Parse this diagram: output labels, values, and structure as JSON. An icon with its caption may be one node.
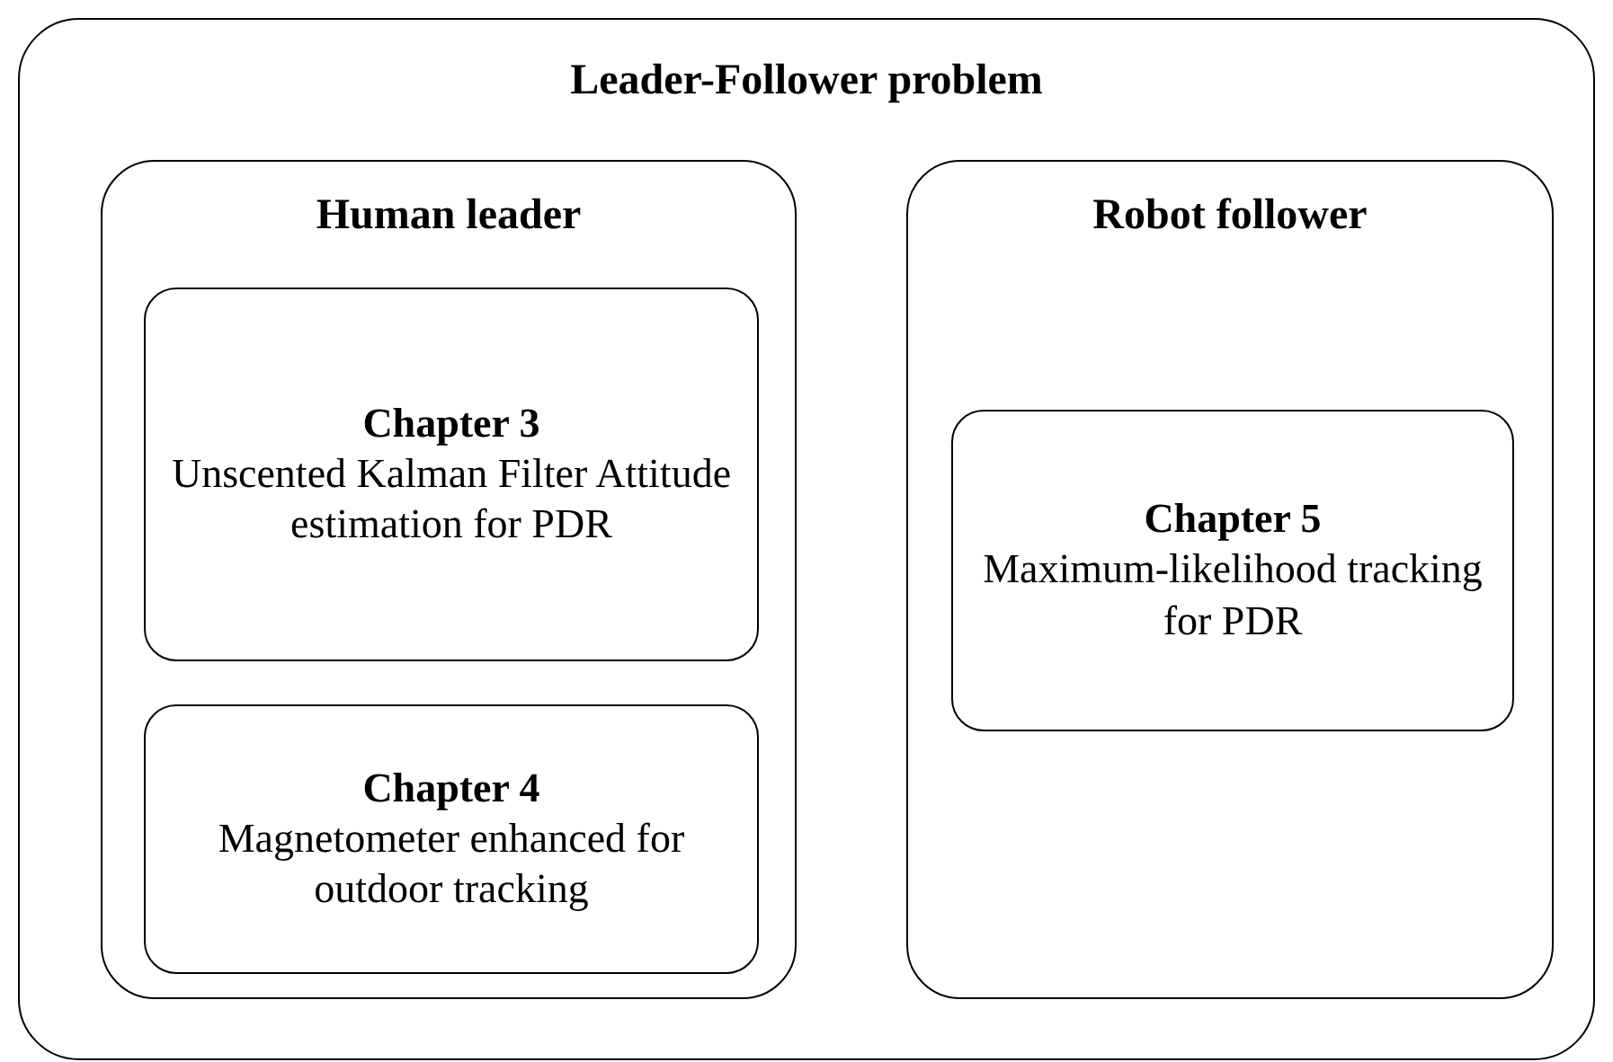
{
  "diagram": {
    "nodes": [
      {
        "text": [
          "Leader-Follower problem"
        ]
      },
      {
        "text": [
          "Human leader"
        ],
        "in": 0
      },
      {
        "text": [
          "Chapter 3",
          "Unscented Kalman Filter Attitude estimation for PDR"
        ],
        "in": 1
      },
      {
        "text": [
          "Chapter 4",
          "Magnetometer enhanced for outdoor tracking"
        ],
        "in": 1
      },
      {
        "text": [
          "Robot follower"
        ],
        "in": 0
      },
      {
        "text": [
          "Chapter 5",
          "Maximum-likelihood tracking for PDR"
        ],
        "in": 4
      }
    ]
  }
}
